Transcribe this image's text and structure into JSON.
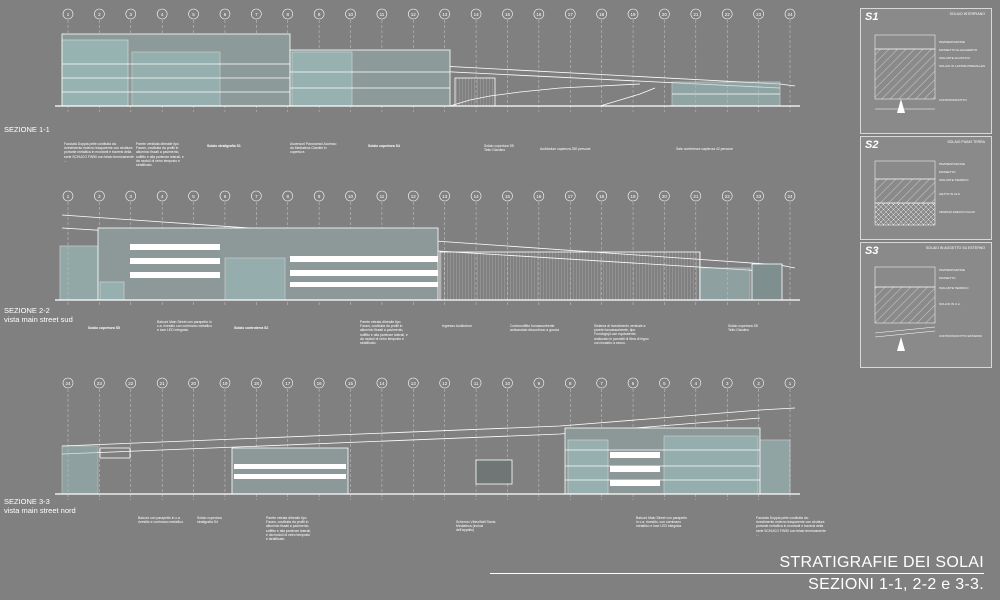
{
  "sections": [
    {
      "title": "SEZIONE 1-1",
      "subtitle": ""
    },
    {
      "title": "SEZIONE 2-2",
      "subtitle": "vista main street sud"
    },
    {
      "title": "SEZIONE 3-3",
      "subtitle": "vista main street nord"
    }
  ],
  "grid_numbers": {
    "s1": [
      "1",
      "2",
      "3",
      "4",
      "5",
      "6",
      "7",
      "8",
      "9",
      "10",
      "11",
      "12",
      "13",
      "14",
      "15",
      "16",
      "17",
      "18",
      "19",
      "20",
      "21",
      "22",
      "23",
      "24"
    ],
    "s2": [
      "1",
      "2",
      "3",
      "4",
      "5",
      "6",
      "7",
      "8",
      "9",
      "10",
      "11",
      "12",
      "13",
      "14",
      "15",
      "16",
      "17",
      "18",
      "19",
      "20",
      "21",
      "22",
      "23",
      "24"
    ],
    "s3": [
      "24",
      "23",
      "22",
      "21",
      "20",
      "19",
      "18",
      "17",
      "16",
      "15",
      "14",
      "13",
      "12",
      "11",
      "10",
      "9",
      "8",
      "7",
      "6",
      "5",
      "4",
      "3",
      "2",
      "1"
    ]
  },
  "annotations_s1": [
    {
      "title": "",
      "body": "Facciata Doppia pelle costituita da: rivestimento esterno trasparente con struttura portante metallica in montanti e traversi della serie SCHUCO FW50 con telaio termicamente ..."
    },
    {
      "title": "",
      "body": "Parete ventilata ditreaile tipo Faram, costituita da profili in alluminio fissati a pavimento, soffitto e alla partenze laterali, e da moduli di vetro temprato e stratificato."
    },
    {
      "title": "Solaio stratigrafia S1",
      "body": ""
    },
    {
      "title": "",
      "body": "Ascensori Panoramici Accesso da Mediateca Giardini in copertura"
    },
    {
      "title": "Solaio copertura S4",
      "body": ""
    },
    {
      "title": "Solaio copertura S5",
      "body": "Tetto Giardino"
    },
    {
      "title": "",
      "body": "Auditorium capienza 250 persone"
    },
    {
      "title": "",
      "body": "Sale conferenze capienza 42 persone"
    }
  ],
  "annotations_s2": [
    {
      "title": "Solaio copertura S5",
      "body": ""
    },
    {
      "title": "",
      "body": "Balconi Main Street con parapetto in c.a. rivestito con corrimano metallico e luce LED integrata."
    },
    {
      "title": "Solaio controterra S2",
      "body": ""
    },
    {
      "title": "",
      "body": "Parete vetrata ditreaile tipo Faram, costituita da profili in alluminio fissati a pavimento, soffitto e alla partenze laterali, e da moduli di vetro temprato e stratificato."
    },
    {
      "title": "",
      "body": "Ingresso Auditorium"
    },
    {
      "title": "",
      "body": "Controsoffitto fonoassorbente antivandalo discontinuo a goccia"
    },
    {
      "title": "",
      "body": "Sistema di rivestimento verticale a parete fonoassorbente, tipo Fonologiq/Luce equivalente, realizzato in pannelli di fibra di legno con incastro a secco."
    },
    {
      "title": "Solaio copertura S5",
      "body": "Tetto Giardino"
    }
  ],
  "annotations_s3": [
    {
      "title": "",
      "body": "Balconi con parapetto in c.a. rivestito e corrimano metallico."
    },
    {
      "title": "Solaio copertura",
      "body": "stratigrafia S4"
    },
    {
      "title": "",
      "body": "Parete vetrata ditreaile tipo Faram, costituita da profili in alluminio fissati a pavimento, soffitto e alla partenze laterali, e da moduli di vetro temprato e stratificato."
    },
    {
      "title": "",
      "body": "Schermo VideoWall Storia Mediateca (inclusi dell'appalto)"
    },
    {
      "title": "",
      "body": "Balconi Main Street con parapetto in c.a. rivestito, con corrimano metallico e luce LED integrata."
    },
    {
      "title": "",
      "body": "Facciata Doppia pelle costituita da: rivestimento esterno trasparente con struttura portante metallica in montanti e traversi della serie SCHUCO FW50 con telaio termicamente ..."
    }
  ],
  "panels": [
    {
      "code": "S1",
      "title": "SOLAIO INTERPIANO",
      "layers": [
        "PAVIMENTAZIONE",
        "MASSETTO ALLEGGERITO",
        "ISOLANTE ACUSTICO",
        "SOLAIO IN LASTRE PREDALLES",
        "CONTROSOFFITTO"
      ]
    },
    {
      "code": "S2",
      "title": "SOLAIO PIANO TERRA",
      "layers": [
        "PAVIMENTAZIONE",
        "MASSETTO",
        "ISOLANTE TERMICO",
        "GETTO IN CLS",
        "VESPAIO AREATO IGLOO"
      ]
    },
    {
      "code": "S3",
      "title": "SOLAIO IN AGGETTO SU ESTERNO",
      "layers": [
        "PAVIMENTAZIONE",
        "MASSETTO",
        "ISOLANTE TERMICO",
        "SOLAIO IN C.A.",
        "CONTROSOFFITTO ESTERNO"
      ]
    }
  ],
  "title": {
    "main": "STRATIGRAFIE DEI SOLAI",
    "sub": "SEZIONI 1-1, 2-2 e 3-3."
  },
  "colors": {
    "background": "#808080",
    "line": "#ffffff",
    "glass": "#9fc9c7",
    "panel_bg": "#8a8a8a"
  }
}
